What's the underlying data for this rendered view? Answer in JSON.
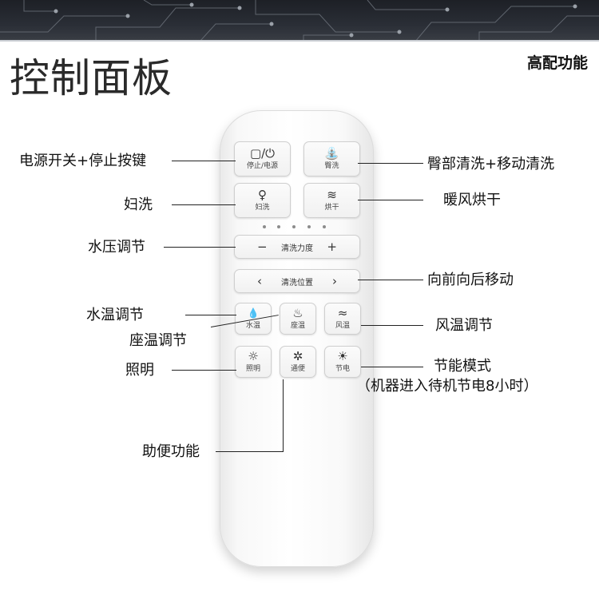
{
  "page": {
    "title": "控制面板",
    "badge": "高配功能"
  },
  "remote_keys": {
    "stop_power": {
      "icon": "▢/⏻",
      "label": "停止/电源"
    },
    "hip_wash": {
      "icon": "⛲",
      "label": "臀洗"
    },
    "lady_wash": {
      "icon": "♀",
      "label": "妇洗"
    },
    "dry": {
      "icon": "≋",
      "label": "烘干"
    },
    "pressure": {
      "minus": "−",
      "label": "清洗力度",
      "plus": "+"
    },
    "position": {
      "left": "‹",
      "label": "清洗位置",
      "right": "›"
    },
    "water_temp": {
      "icon": "💧",
      "label": "水温"
    },
    "seat_temp": {
      "icon": "♨",
      "label": "座温"
    },
    "air_temp": {
      "icon": "≈",
      "label": "风温"
    },
    "light": {
      "icon": "☼",
      "label": "照明"
    },
    "bowel": {
      "icon": "✲",
      "label": "通便"
    },
    "eco": {
      "icon": "☀",
      "label": "节电"
    }
  },
  "callouts": {
    "power": "电源开关+停止按键",
    "hip": "臀部清洗+移动清洗",
    "lady": "妇洗",
    "dry": "暖风烘干",
    "pressure": "水压调节",
    "position": "向前向后移动",
    "water_temp": "水温调节",
    "seat_temp": "座温调节",
    "air_temp": "风温调节",
    "light": "照明",
    "eco": "节能模式",
    "eco_note": "（机器进入待机节电8小时）",
    "bowel": "助便功能"
  }
}
